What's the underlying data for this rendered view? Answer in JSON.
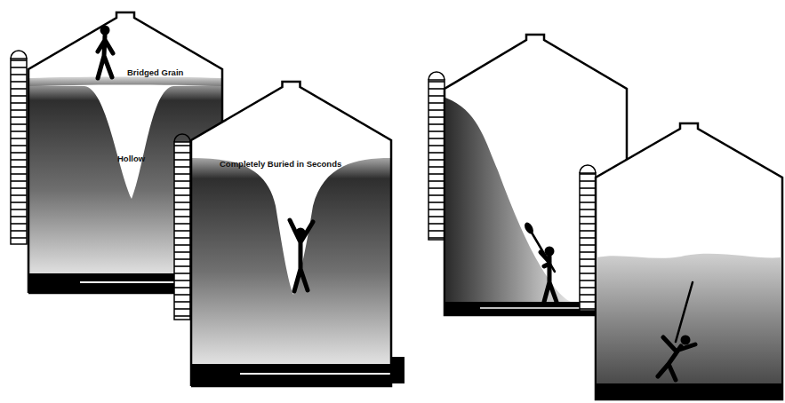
{
  "diagram": {
    "nodes": [
      {
        "text": [
          "Bridged Grain",
          "Hollow"
        ]
      },
      {
        "text": [
          "Completely Buried in Seconds"
        ]
      }
    ]
  }
}
